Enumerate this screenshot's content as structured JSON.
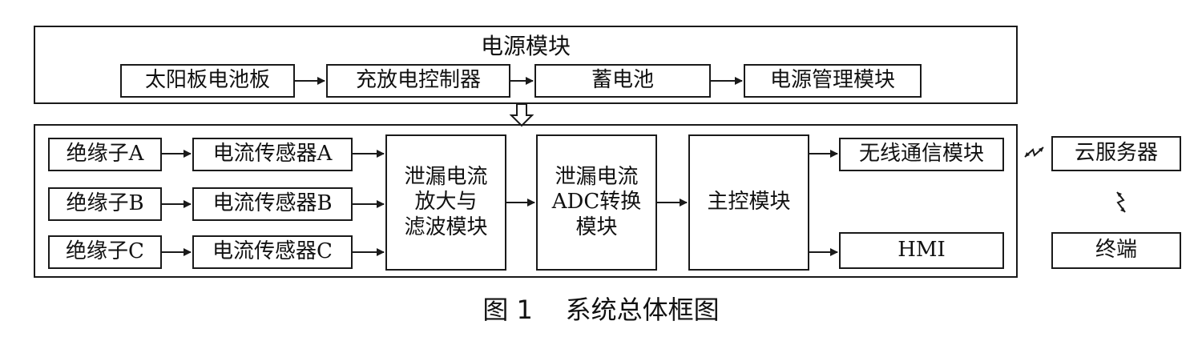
{
  "power_module": {
    "title": "电源模块",
    "chain": [
      "太阳板电池板",
      "充放电控制器",
      "蓄电池",
      "电源管理模块"
    ]
  },
  "insulators": [
    "绝缘子A",
    "绝缘子B",
    "绝缘子C"
  ],
  "sensors": [
    "电流传感器A",
    "电流传感器B",
    "电流传感器C"
  ],
  "amp_filter": [
    "泄漏电流",
    "放大与",
    "滤波模块"
  ],
  "adc": [
    "泄漏电流",
    "ADC转换",
    "模块"
  ],
  "main_control": "主控模块",
  "wireless": "无线通信模块",
  "hmi": "HMI",
  "cloud": "云服务器",
  "terminal": "终端",
  "caption": {
    "number": "图 1",
    "text": "系统总体框图"
  }
}
